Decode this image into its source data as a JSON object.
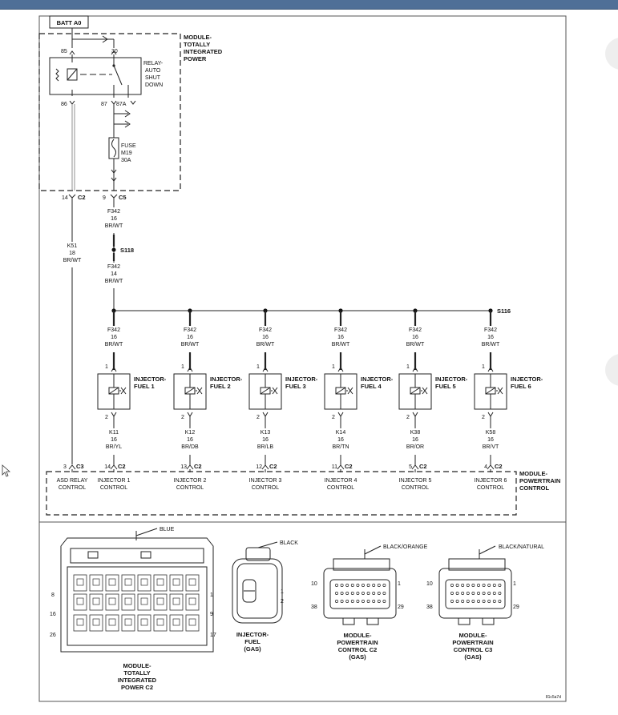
{
  "window": {
    "accent": "#4f6f97"
  },
  "diagram": {
    "batt": "BATT A0",
    "tipm": {
      "title": [
        "MODULE-",
        "TOTALLY",
        "INTEGRATED",
        "POWER"
      ]
    },
    "relay": {
      "pin85": "85",
      "pin30": "30",
      "pin86": "86",
      "pin87": "87",
      "pin87a": "87A",
      "label": [
        "RELAY-",
        "AUTO",
        "SHUT",
        "DOWN"
      ]
    },
    "fuse": {
      "label": [
        "FUSE",
        "M19",
        "30A"
      ]
    },
    "conn_c2_pin": "14",
    "conn_c2": "C2",
    "conn_c5_pin": "9",
    "conn_c5": "C5",
    "wire_f342_top": [
      "F342",
      "16",
      "BR/WT"
    ],
    "splice_s118": "S118",
    "wire_f342_mid": [
      "F342",
      "14",
      "BR/WT"
    ],
    "wire_k51": [
      "K51",
      "18",
      "BR/WT"
    ],
    "splice_s116": "S116",
    "injectors": [
      {
        "label": [
          "INJECTOR-",
          "FUEL 1"
        ],
        "top_wire": [
          "F342",
          "16",
          "BR/WT"
        ],
        "pin_top": "1",
        "pin_bot": "2",
        "bot_wire": [
          "K11",
          "16",
          "BR/YL"
        ],
        "pcm_pin": "14",
        "pcm_conn": "C2",
        "control": [
          "INJECTOR 1",
          "CONTROL"
        ]
      },
      {
        "label": [
          "INJECTOR-",
          "FUEL 2"
        ],
        "top_wire": [
          "F342",
          "16",
          "BR/WT"
        ],
        "pin_top": "1",
        "pin_bot": "2",
        "bot_wire": [
          "K12",
          "16",
          "BR/DB"
        ],
        "pcm_pin": "13",
        "pcm_conn": "C2",
        "control": [
          "INJECTOR 2",
          "CONTROL"
        ]
      },
      {
        "label": [
          "INJECTOR-",
          "FUEL 3"
        ],
        "top_wire": [
          "F342",
          "16",
          "BR/WT"
        ],
        "pin_top": "1",
        "pin_bot": "2",
        "bot_wire": [
          "K13",
          "16",
          "BR/LB"
        ],
        "pcm_pin": "12",
        "pcm_conn": "C2",
        "control": [
          "INJECTOR 3",
          "CONTROL"
        ]
      },
      {
        "label": [
          "INJECTOR-",
          "FUEL 4"
        ],
        "top_wire": [
          "F342",
          "16",
          "BR/WT"
        ],
        "pin_top": "1",
        "pin_bot": "2",
        "bot_wire": [
          "K14",
          "16",
          "BR/TN"
        ],
        "pcm_pin": "11",
        "pcm_conn": "C2",
        "control": [
          "INJECTOR 4",
          "CONTROL"
        ]
      },
      {
        "label": [
          "INJECTOR-",
          "FUEL 5"
        ],
        "top_wire": [
          "F342",
          "16",
          "BR/WT"
        ],
        "pin_top": "1",
        "pin_bot": "2",
        "bot_wire": [
          "K38",
          "16",
          "BR/OR"
        ],
        "pcm_pin": "5",
        "pcm_conn": "C2",
        "control": [
          "INJECTOR 5",
          "CONTROL"
        ]
      },
      {
        "label": [
          "INJECTOR-",
          "FUEL 6"
        ],
        "top_wire": [
          "F342",
          "16",
          "BR/WT"
        ],
        "pin_top": "1",
        "pin_bot": "2",
        "bot_wire": [
          "K58",
          "16",
          "BR/VT"
        ],
        "pcm_pin": "4",
        "pcm_conn": "C2",
        "control": [
          "INJECTOR 6",
          "CONTROL"
        ]
      }
    ],
    "asd_control": {
      "pin": "3",
      "conn": "C3",
      "label": [
        "ASD RELAY",
        "CONTROL"
      ]
    },
    "pcm": {
      "title": [
        "MODULE-",
        "POWERTRAIN",
        "CONTROL"
      ]
    },
    "connectors": {
      "tipm_c2": {
        "color": "BLUE",
        "pins": [
          "8",
          "16",
          "26",
          "1",
          "9",
          "17"
        ],
        "name": [
          "MODULE-",
          "TOTALLY",
          "INTEGRATED",
          "POWER C2"
        ]
      },
      "inj": {
        "color": "BLACK",
        "pins": [
          "1",
          "2"
        ],
        "name": [
          "INJECTOR-",
          "FUEL",
          "(GAS)"
        ]
      },
      "pcm_c2": {
        "color": "BLACK/ORANGE",
        "pins": [
          "10",
          "38",
          "1",
          "29"
        ],
        "name": [
          "MODULE-",
          "POWERTRAIN",
          "CONTROL C2",
          "(GAS)"
        ]
      },
      "pcm_c3": {
        "color": "BLACK/NATURAL",
        "pins": [
          "10",
          "38",
          "1",
          "29"
        ],
        "name": [
          "MODULE-",
          "POWERTRAIN",
          "CONTROL C3",
          "(GAS)"
        ]
      }
    },
    "ref": "81c5a7d"
  }
}
